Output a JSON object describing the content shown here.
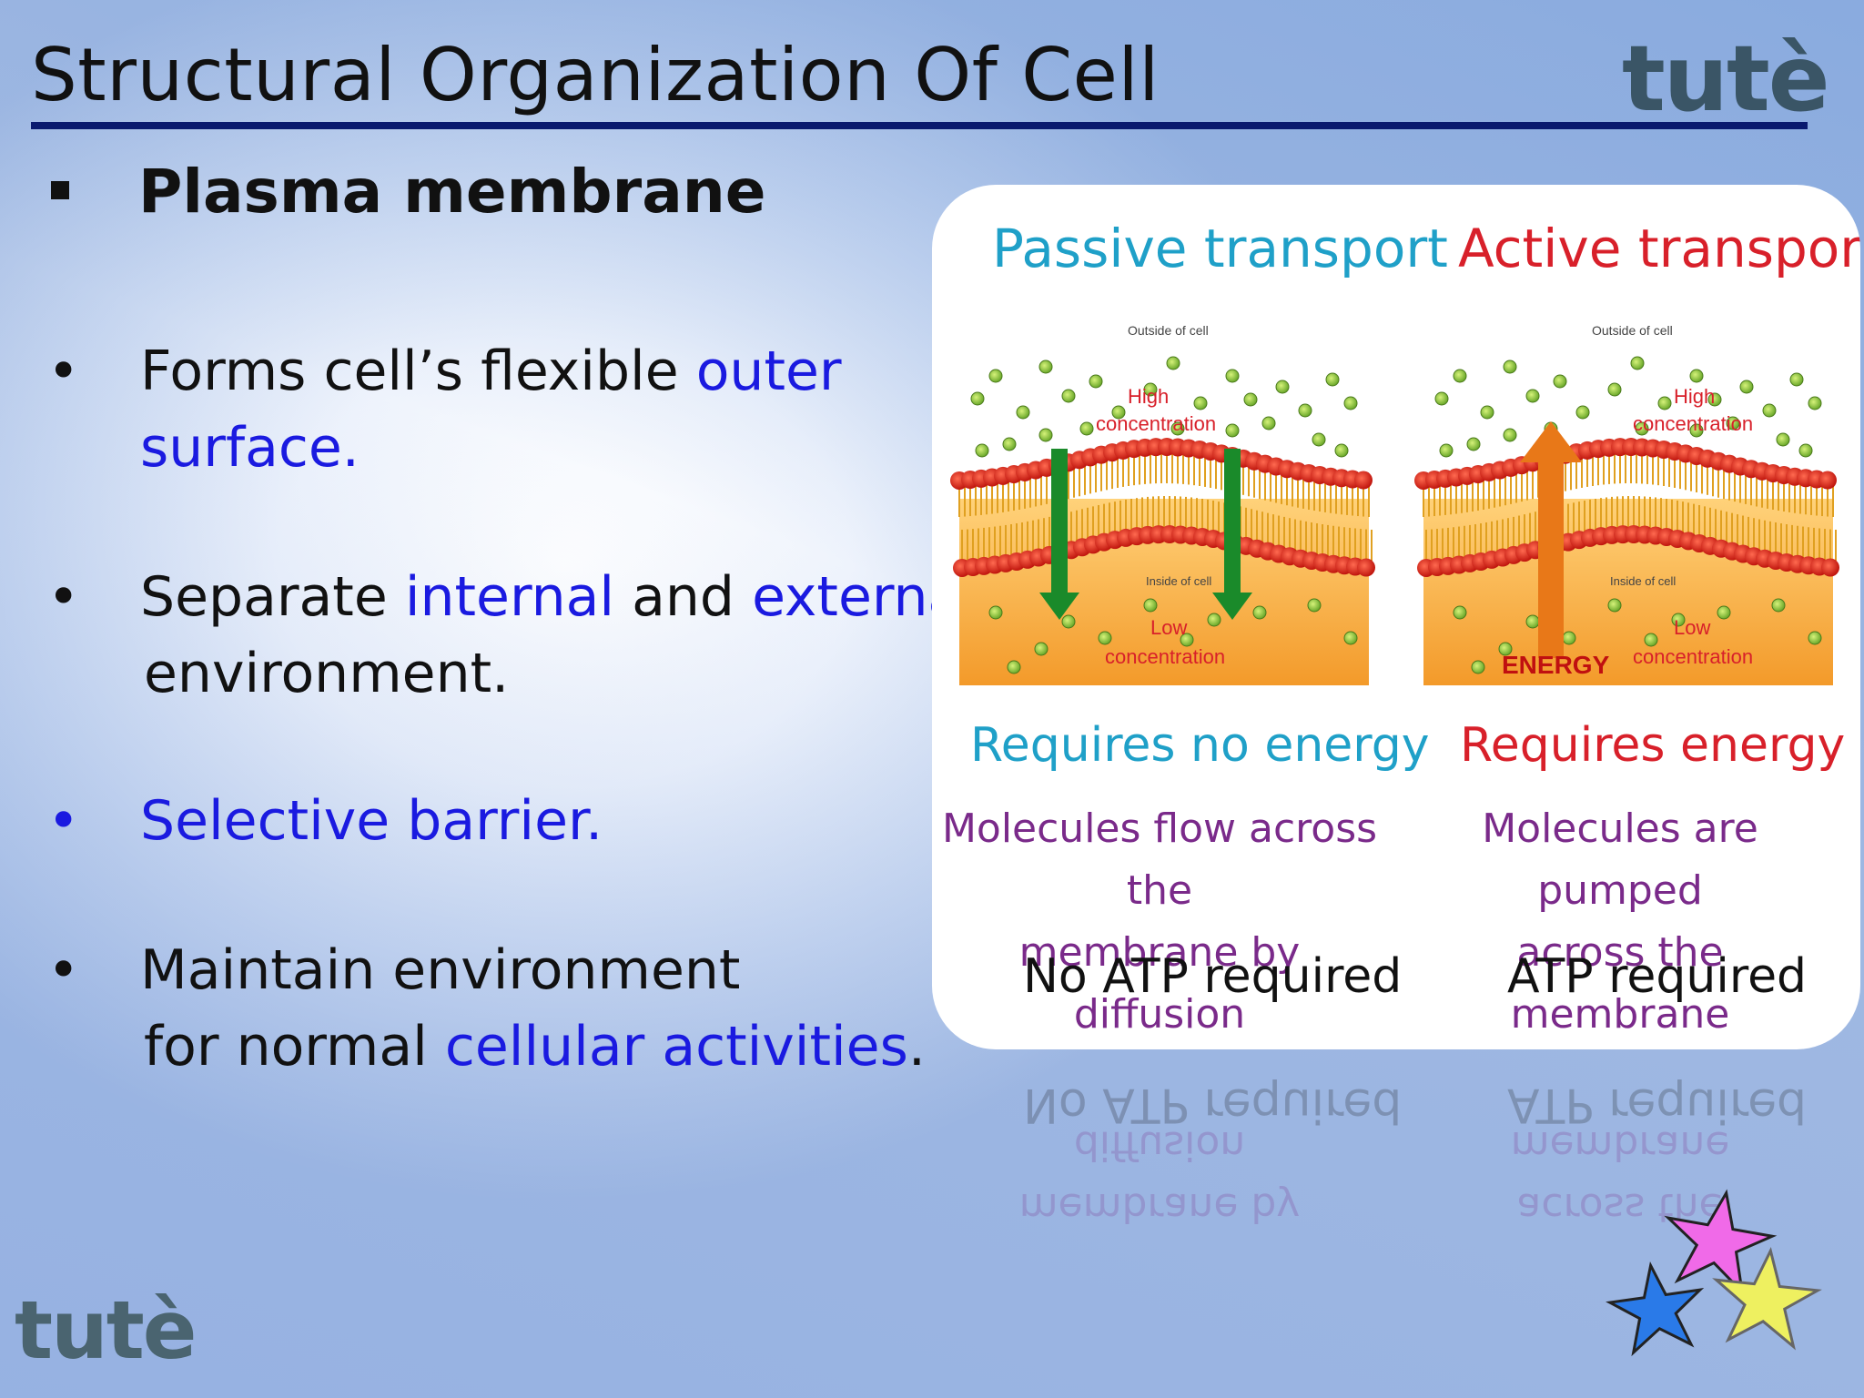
{
  "slide": {
    "title": "Structural Organization Of Cell",
    "logo_top": "tutè",
    "logo_bottom": "tutè"
  },
  "content": {
    "heading": "Plasma membrane",
    "bullets": [
      {
        "line1_a": "Forms cell’s flexible ",
        "line1_b": "outer",
        "line2": "surface."
      },
      {
        "line1_a": "Separate ",
        "line1_b": "internal",
        "line1_c": " and ",
        "line1_d": "external",
        "line2": "environment."
      },
      {
        "line1": "Selective barrier."
      },
      {
        "line1": "Maintain environment",
        "line2_a": "for normal ",
        "line2_b": "cellular activities",
        "line2_c": "."
      }
    ]
  },
  "figure": {
    "passive": {
      "title": "Passive transport",
      "outside_label": "Outside of cell",
      "high_label": "High concentration",
      "low_label": "Low concentration",
      "inside_label": "Inside of cell",
      "energy_note": "Requires no energy",
      "description": "Molecules flow across the membrane by diffusion",
      "desc_line1": "Molecules flow across the",
      "desc_line2": "membrane by diffusion",
      "atp": "No ATP required"
    },
    "active": {
      "title": "Active transport",
      "outside_label": "Outside of cell",
      "high_label": "High concentration",
      "low_label": "Low concentration",
      "inside_label": "Inside of cell",
      "energy_label": "ENERGY",
      "energy_note": "Requires energy",
      "desc_line1": "Molecules are pumped",
      "desc_line2": "across the membrane",
      "atp": "ATP required"
    },
    "colors": {
      "passive_title": "#1fa0c8",
      "active_title": "#d8202a",
      "passive_energy": "#1fa0c8",
      "active_energy": "#d8202a",
      "description": "#7a2a8a",
      "arrow_green": "#1a8a2a",
      "arrow_orange": "#e87818",
      "lipid_head": "#d8281c",
      "particle": "#8cc43a"
    }
  },
  "decor": {
    "stars": [
      "magenta-star",
      "blue-star",
      "yellow-star"
    ]
  }
}
